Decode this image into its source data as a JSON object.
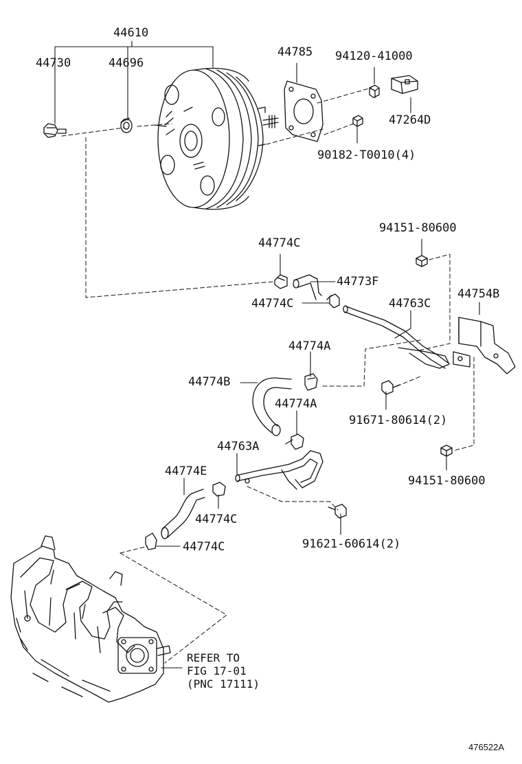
{
  "labels": {
    "p44610": "44610",
    "p44730": "44730",
    "p44696": "44696",
    "p44785": "44785",
    "p94120": "94120-41000",
    "p47264D": "47264D",
    "p90182": "90182-T0010(4)",
    "p94151a": "94151-80600",
    "p44774C_1": "44774C",
    "p44773F": "44773F",
    "p44774C_2": "44774C",
    "p44763C": "44763C",
    "p44754B": "44754B",
    "p44774A_1": "44774A",
    "p44774B": "44774B",
    "p44774A_2": "44774A",
    "p91671": "91671-80614(2)",
    "p44763A": "44763A",
    "p94151b": "94151-80600",
    "p44774E": "44774E",
    "p44774C_3": "44774C",
    "p91621": "91621-60614(2)",
    "p44774C_4": "44774C"
  },
  "refer": {
    "line1": "REFER TO",
    "line2": "FIG 17-01",
    "line3": "(PNC 17111)"
  },
  "figure_id": "476522A"
}
